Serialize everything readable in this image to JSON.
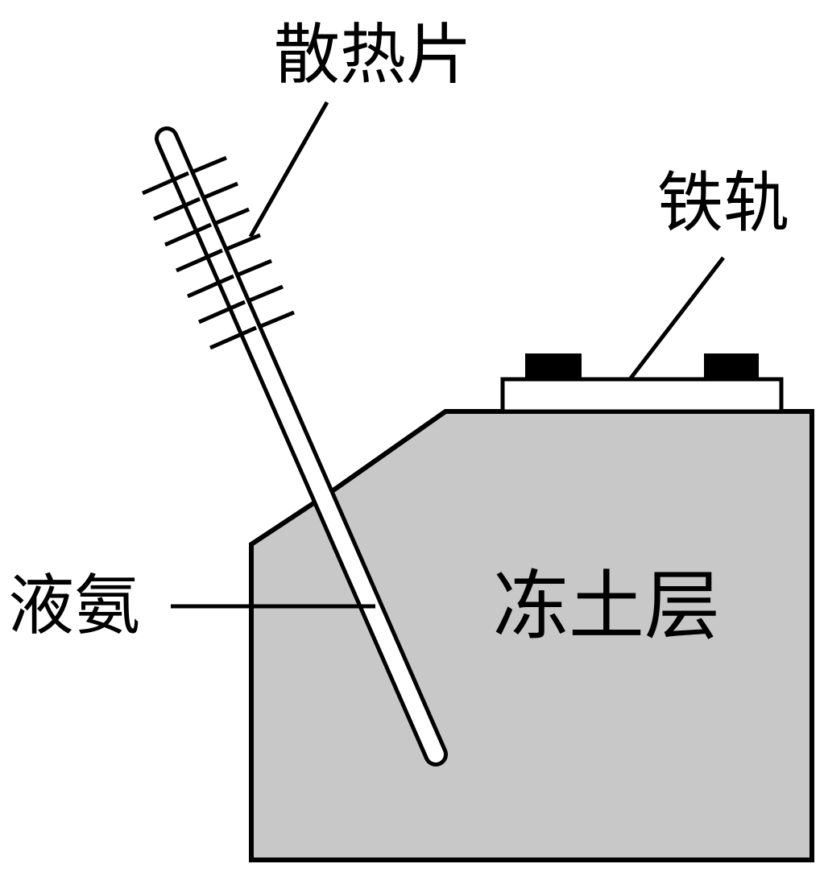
{
  "labels": {
    "heat_sink": "散热片",
    "rail": "铁轨",
    "liquid_ammonia": "液氨",
    "frozen_soil": "冻土层"
  },
  "colors": {
    "frozen_soil_fill": "#c8c8c8",
    "outline": "#000000",
    "rail_pad": "#ffffff",
    "rail_block": "#000000",
    "background": "#ffffff"
  }
}
